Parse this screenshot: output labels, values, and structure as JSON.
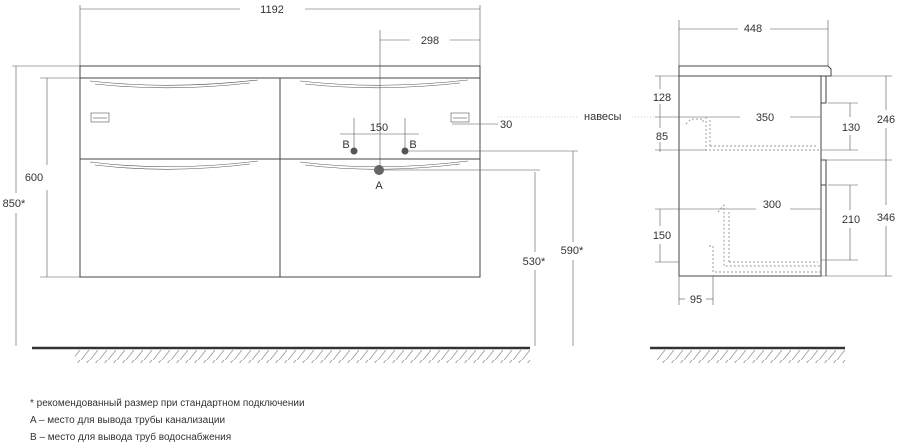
{
  "dimensions": {
    "width_total": "1192",
    "offset_right": "298",
    "pipe_spacing": "150",
    "hinge_offset": "30",
    "height_cabinet": "600",
    "height_total": "850*",
    "height_drain": "530*",
    "height_supply": "590*",
    "depth": "448",
    "top_drawer_offset": "128",
    "top_drawer_gap": "85",
    "top_drawer_depth": "350",
    "top_drawer_height": "130",
    "top_zone": "246",
    "bottom_drawer_depth": "300",
    "bottom_drawer_height": "210",
    "bottom_zone": "346",
    "bottom_drawer_offset": "150",
    "plinth_depth": "95"
  },
  "labels": {
    "point_a": "A",
    "point_b_left": "B",
    "point_b_right": "B",
    "hinges": "навесы"
  },
  "notes": {
    "recommended": "* рекомендованный размер при стандартном подключении",
    "point_a_note": "A – место для вывода трубы канализации",
    "point_b_note": "B – место для вывода труб водоснабжения"
  }
}
